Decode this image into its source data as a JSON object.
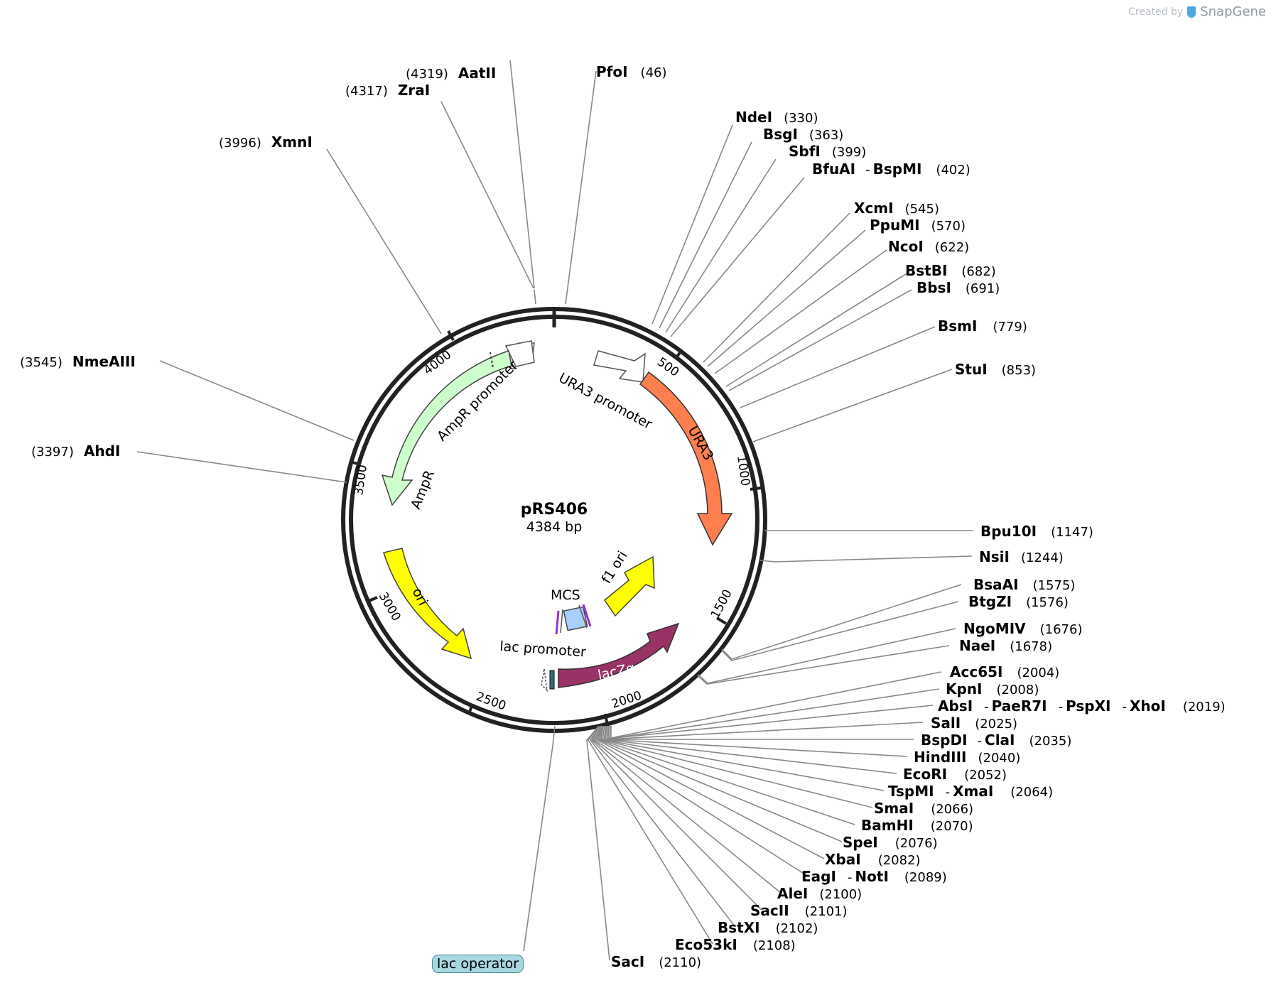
{
  "watermark": {
    "prefix": "Created by",
    "brand": "SnapGene"
  },
  "plasmid": {
    "name": "pRS406",
    "size_label": "4384 bp",
    "length": 4384
  },
  "ticks": [
    "500",
    "1000",
    "1500",
    "2000",
    "2500",
    "3000",
    "3500",
    "4000"
  ],
  "features": [
    {
      "id": "ura3-promoter",
      "label": "URA3 promoter",
      "color": "#ffffff"
    },
    {
      "id": "ura3",
      "label": "URA3",
      "color": "#ff7f4f"
    },
    {
      "id": "ampr-promoter",
      "label": "AmpR promoter",
      "color": "#ccffcc"
    },
    {
      "id": "ampr",
      "label": "AmpR",
      "color": "#ccffcc"
    },
    {
      "id": "ori",
      "label": "ori",
      "color": "#ffff00"
    },
    {
      "id": "f1-ori",
      "label": "f1 ori",
      "color": "#ffff00"
    },
    {
      "id": "mcs",
      "label": "MCS",
      "color": "#a8d0ff"
    },
    {
      "id": "lac-promoter",
      "label": "lac promoter",
      "color": "#ffffff"
    },
    {
      "id": "lacz-alpha",
      "label": "lacZα",
      "color": "#993366"
    },
    {
      "id": "lac-operator",
      "label": "lac operator",
      "color": "#a8d7e0"
    }
  ],
  "sites": [
    {
      "names": [
        "PfoI"
      ],
      "pos": "(46)"
    },
    {
      "names": [
        "NdeI"
      ],
      "pos": "(330)"
    },
    {
      "names": [
        "BsgI"
      ],
      "pos": "(363)"
    },
    {
      "names": [
        "SbfI"
      ],
      "pos": "(399)"
    },
    {
      "names": [
        "BfuAI",
        "BspMI"
      ],
      "pos": "(402)"
    },
    {
      "names": [
        "XcmI"
      ],
      "pos": "(545)"
    },
    {
      "names": [
        "PpuMI"
      ],
      "pos": "(570)"
    },
    {
      "names": [
        "NcoI"
      ],
      "pos": "(622)"
    },
    {
      "names": [
        "BstBI"
      ],
      "pos": "(682)"
    },
    {
      "names": [
        "BbsI"
      ],
      "pos": "(691)"
    },
    {
      "names": [
        "BsmI"
      ],
      "pos": "(779)"
    },
    {
      "names": [
        "StuI"
      ],
      "pos": "(853)"
    },
    {
      "names": [
        "Bpu10I"
      ],
      "pos": "(1147)"
    },
    {
      "names": [
        "NsiI"
      ],
      "pos": "(1244)"
    },
    {
      "names": [
        "BsaAI"
      ],
      "pos": "(1575)"
    },
    {
      "names": [
        "BtgZI"
      ],
      "pos": "(1576)"
    },
    {
      "names": [
        "NgoMIV"
      ],
      "pos": "(1676)"
    },
    {
      "names": [
        "NaeI"
      ],
      "pos": "(1678)"
    },
    {
      "names": [
        "Acc65I"
      ],
      "pos": "(2004)"
    },
    {
      "names": [
        "KpnI"
      ],
      "pos": "(2008)"
    },
    {
      "names": [
        "AbsI",
        "PaeR7I",
        "PspXI",
        "XhoI"
      ],
      "pos": "(2019)"
    },
    {
      "names": [
        "SalI"
      ],
      "pos": "(2025)"
    },
    {
      "names": [
        "BspDI",
        "ClaI"
      ],
      "pos": "(2035)"
    },
    {
      "names": [
        "HindIII"
      ],
      "pos": "(2040)"
    },
    {
      "names": [
        "EcoRI"
      ],
      "pos": "(2052)"
    },
    {
      "names": [
        "TspMI",
        "XmaI"
      ],
      "pos": "(2064)"
    },
    {
      "names": [
        "SmaI"
      ],
      "pos": "(2066)"
    },
    {
      "names": [
        "BamHI"
      ],
      "pos": "(2070)"
    },
    {
      "names": [
        "SpeI"
      ],
      "pos": "(2076)"
    },
    {
      "names": [
        "XbaI"
      ],
      "pos": "(2082)"
    },
    {
      "names": [
        "EagI",
        "NotI"
      ],
      "pos": "(2089)"
    },
    {
      "names": [
        "AleI"
      ],
      "pos": "(2100)"
    },
    {
      "names": [
        "SacII"
      ],
      "pos": "(2101)"
    },
    {
      "names": [
        "BstXI"
      ],
      "pos": "(2102)"
    },
    {
      "names": [
        "Eco53kI"
      ],
      "pos": "(2108)"
    },
    {
      "names": [
        "SacI"
      ],
      "pos": "(2110)"
    },
    {
      "names": [
        "AhdI"
      ],
      "pos": "(3397)"
    },
    {
      "names": [
        "NmeAIII"
      ],
      "pos": "(3545)"
    },
    {
      "names": [
        "XmnI"
      ],
      "pos": "(3996)"
    },
    {
      "names": [
        "ZraI"
      ],
      "pos": "(4317)"
    },
    {
      "names": [
        "AatII"
      ],
      "pos": "(4319)"
    }
  ]
}
